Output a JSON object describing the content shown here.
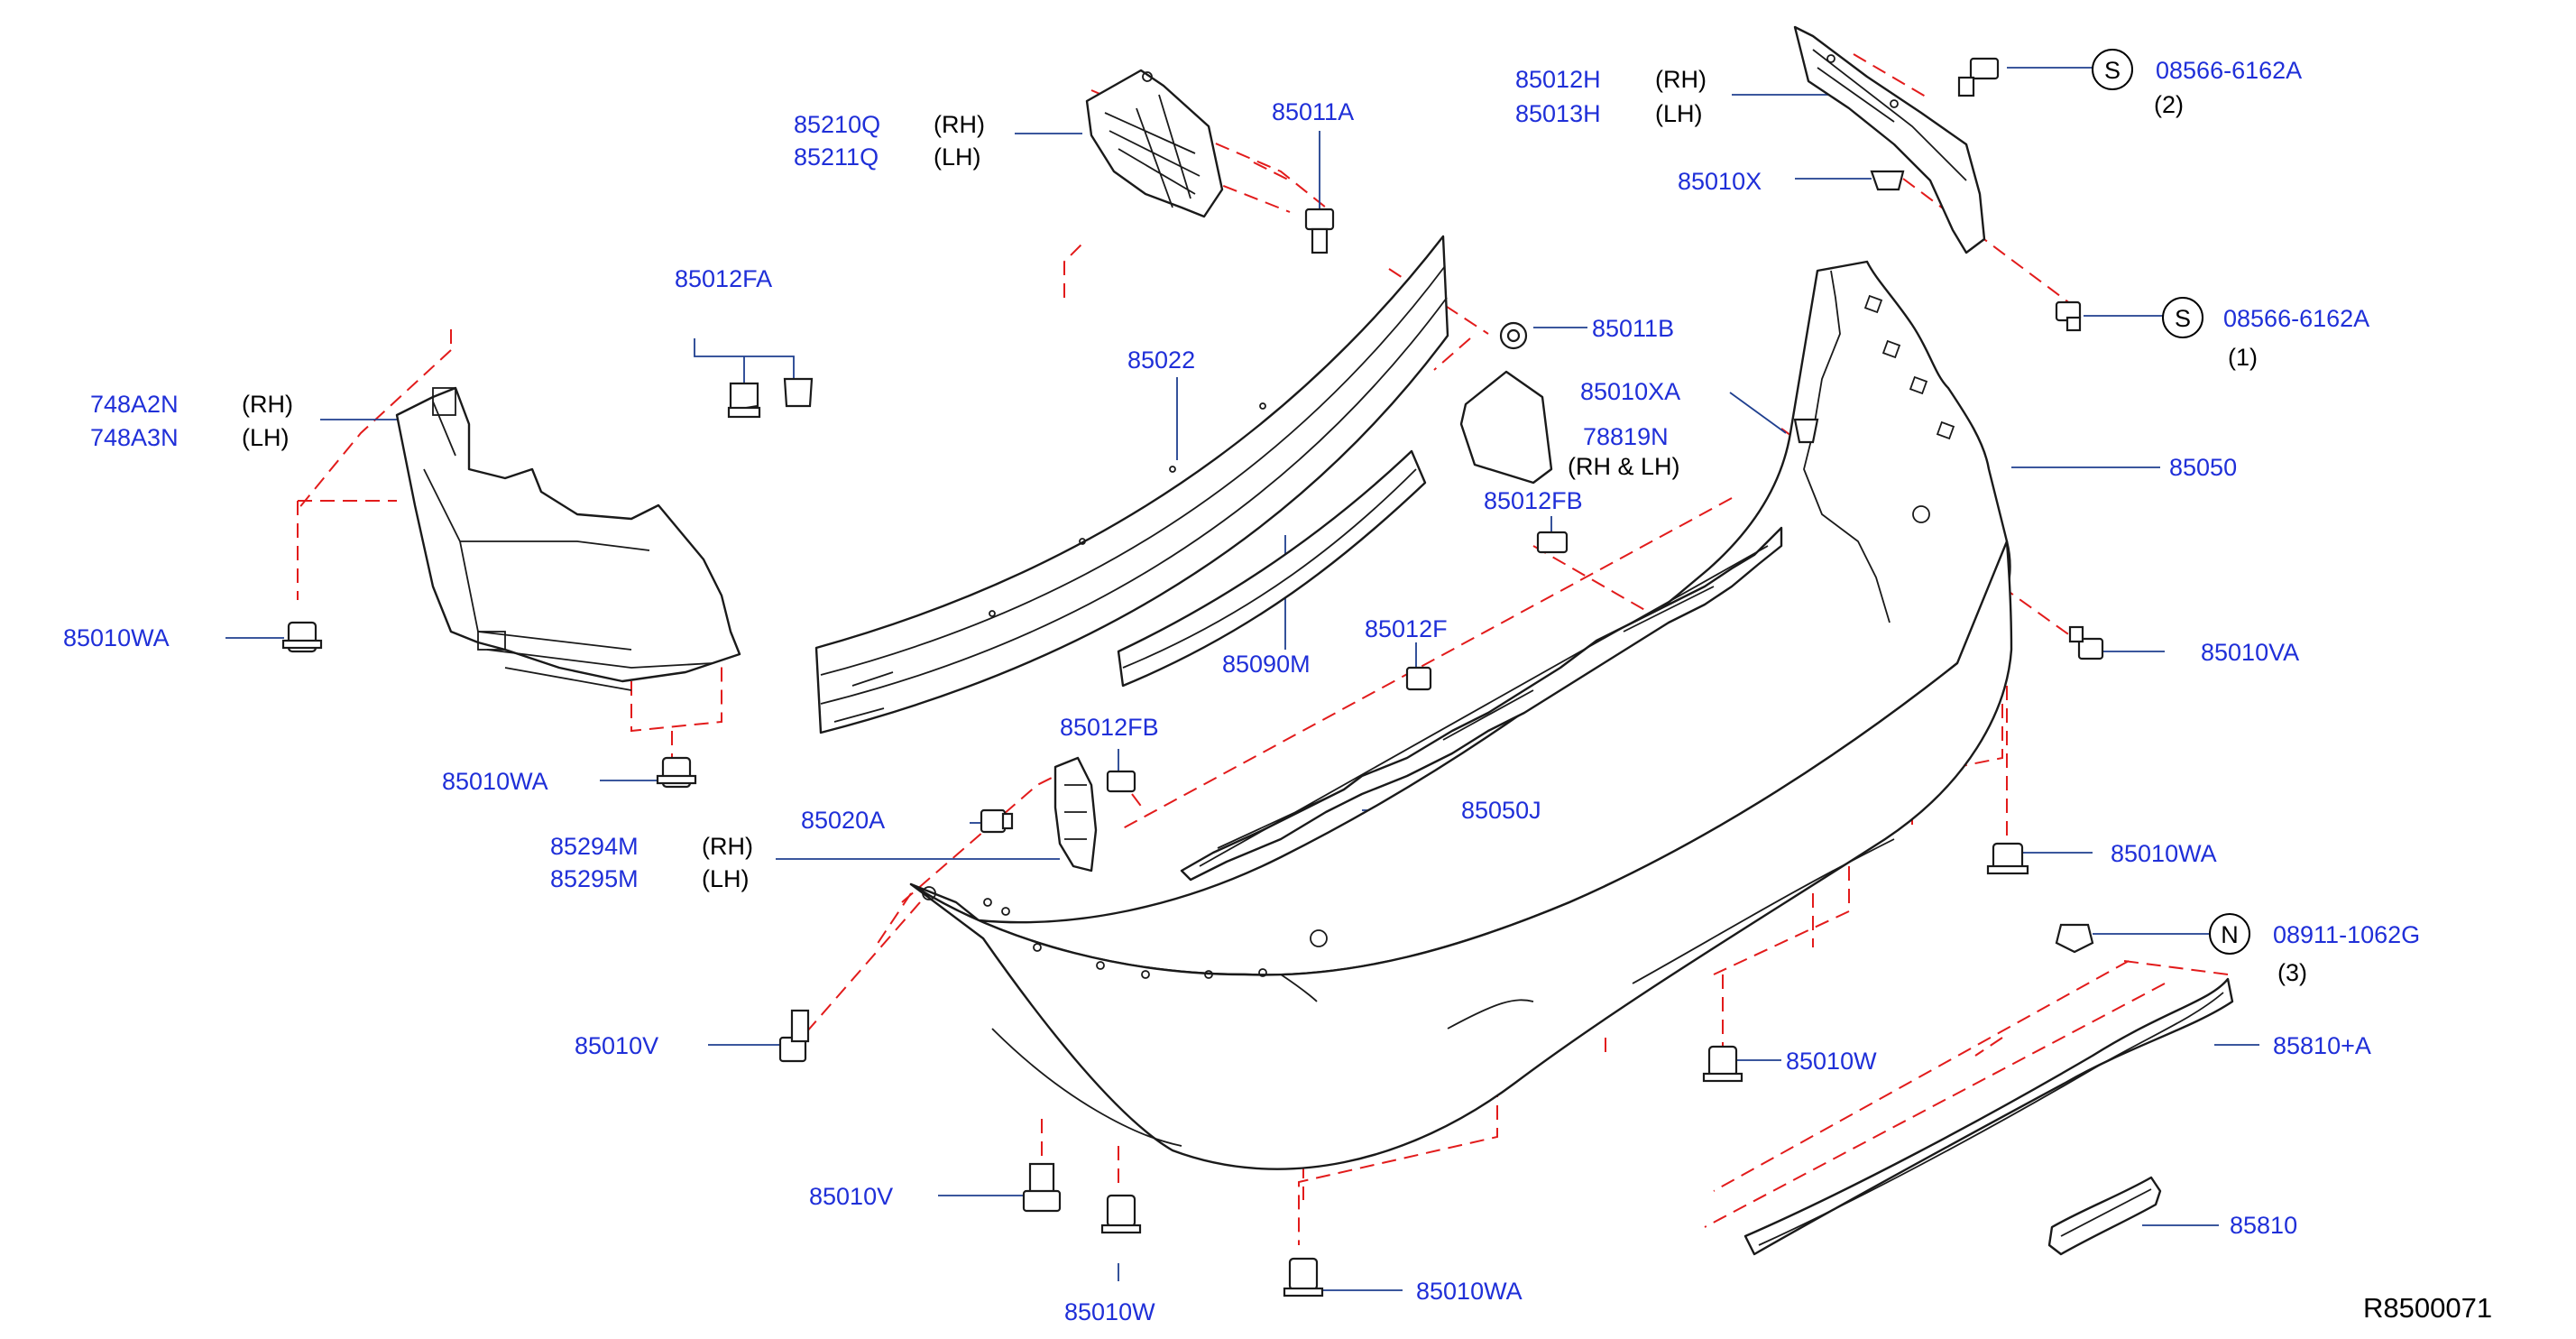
{
  "diagram": {
    "reference_code": "R8500071",
    "labels": {
      "p85210Q": "85210Q",
      "p85210Q_side": "(RH)",
      "p85211Q": "85211Q",
      "p85211Q_side": "(LH)",
      "p85011A": "85011A",
      "p85012H": "85012H",
      "p85012H_side": "(RH)",
      "p85013H": "85013H",
      "p85013H_side": "(LH)",
      "p85010X": "85010X",
      "p08566_2": "08566-6162A",
      "p08566_2_qty": "(2)",
      "p08566_1": "08566-6162A",
      "p08566_1_qty": "(1)",
      "p85012FA": "85012FA",
      "p748A2N": "748A2N",
      "p748A2N_side": "(RH)",
      "p748A3N": "748A3N",
      "p748A3N_side": "(LH)",
      "p85022": "85022",
      "p85011B": "85011B",
      "p85010XA": "85010XA",
      "p78819N": "78819N",
      "p78819N_side": "(RH  &  LH)",
      "p85050": "85050",
      "p85012FB_top": "85012FB",
      "p85010WA_left": "85010WA",
      "p85090M": "85090M",
      "p85012F": "85012F",
      "p85010VA": "85010VA",
      "p85010WA_under": "85010WA",
      "p85012FB_mid": "85012FB",
      "p85020A": "85020A",
      "p85050J": "85050J",
      "p85294M": "85294M",
      "p85294M_side": "(RH)",
      "p85295M": "85295M",
      "p85295M_side": "(LH)",
      "p85010WA_right": "85010WA",
      "p08911": "08911-1062G",
      "p08911_qty": "(3)",
      "p85010V_left": "85010V",
      "p85010W_mid": "85010W",
      "p85810A": "85810+A",
      "p85010V_bottom": "85010V",
      "p85810": "85810",
      "p85010W_bottom": "85010W",
      "p85010WA_bottom": "85010WA"
    },
    "marks": {
      "s_top": "S",
      "s_mid": "S",
      "n": "N"
    },
    "colors": {
      "part_number": "#1f2fd8",
      "installation_line": "#e21b1b",
      "leader_line": "#1f3f8f"
    }
  }
}
